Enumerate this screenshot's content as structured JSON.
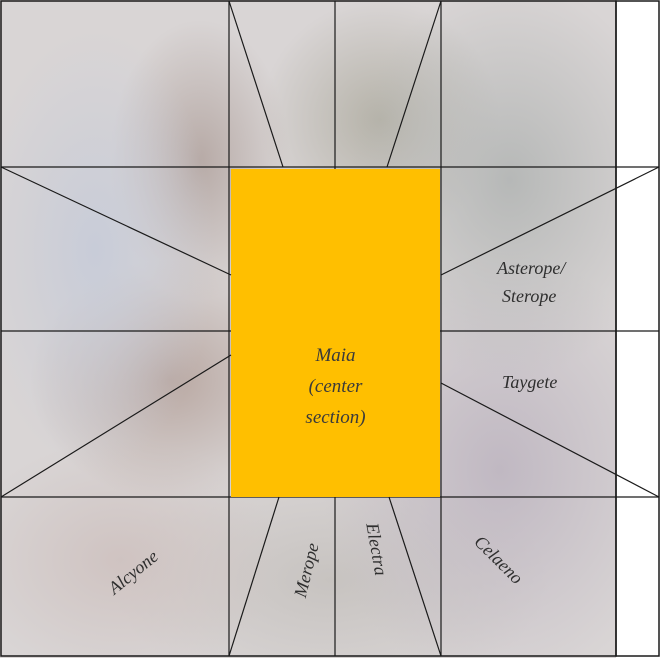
{
  "colors": {
    "center_fill": "#ffbf00",
    "line": "#1a1a1a",
    "right_strip": "#ffffff"
  },
  "diagram": {
    "center": {
      "lines": [
        "Maia",
        "(center",
        "section)"
      ]
    },
    "sections": {
      "asterope_line1": "Asterope/",
      "asterope_line2": "Sterope",
      "taygete": "Taygete",
      "celaeno": "Celaeno",
      "electra": "Electra",
      "merope": "Merope",
      "alcyone": "Alcyone"
    }
  }
}
